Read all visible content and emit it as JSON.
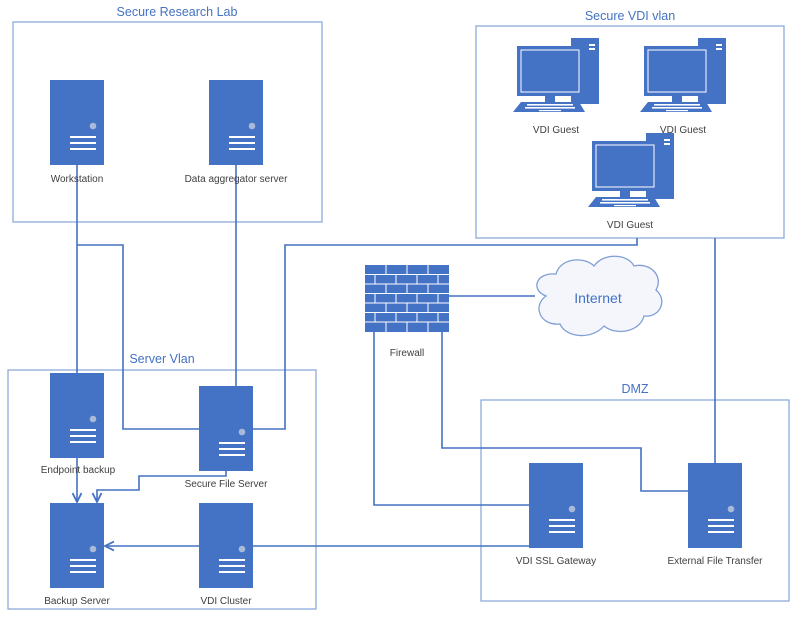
{
  "colors": {
    "icon": "#4472C4",
    "zone_border": "#8FAADC",
    "zone_title": "#4472C4",
    "label": "#404040"
  },
  "zones": {
    "research_lab": "Secure Research Lab",
    "vdi_vlan": "Secure VDI vlan",
    "server_vlan": "Server Vlan",
    "dmz": "DMZ"
  },
  "nodes": {
    "workstation": "Workstation",
    "aggregator": "Data aggregator server",
    "vdi_guest_1": "VDI Guest",
    "vdi_guest_2": "VDI Guest",
    "vdi_guest_3": "VDI Guest",
    "firewall": "Firewall",
    "internet": "Internet",
    "endpoint_backup": "Endpoint backup",
    "secure_file_server": "Secure File Server",
    "backup_server": "Backup Server",
    "vdi_cluster": "VDI Cluster",
    "vdi_ssl_gateway": "VDI SSL Gateway",
    "external_file_transfer": "External File Transfer"
  }
}
